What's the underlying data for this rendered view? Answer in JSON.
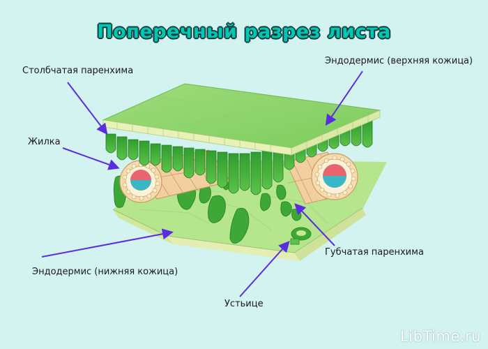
{
  "title": "Поперечный разрез листа",
  "labels": {
    "palisade": "Столбчатая паренхима",
    "upper_epidermis": "Эндодермис (верхняя кожица)",
    "vein": "Жилка",
    "spongy": "Губчатая паренхима",
    "lower_epidermis": "Эндодермис (нижняя кожица)",
    "stoma": "Устьице"
  },
  "watermark": "LibTime.ru",
  "colors": {
    "background": "#d3f3f0",
    "title_fill": "#00c6b4",
    "arrow": "#5a2ee0",
    "leaf_green": "#3fae3a",
    "epidermis": "#e8f1b8"
  }
}
